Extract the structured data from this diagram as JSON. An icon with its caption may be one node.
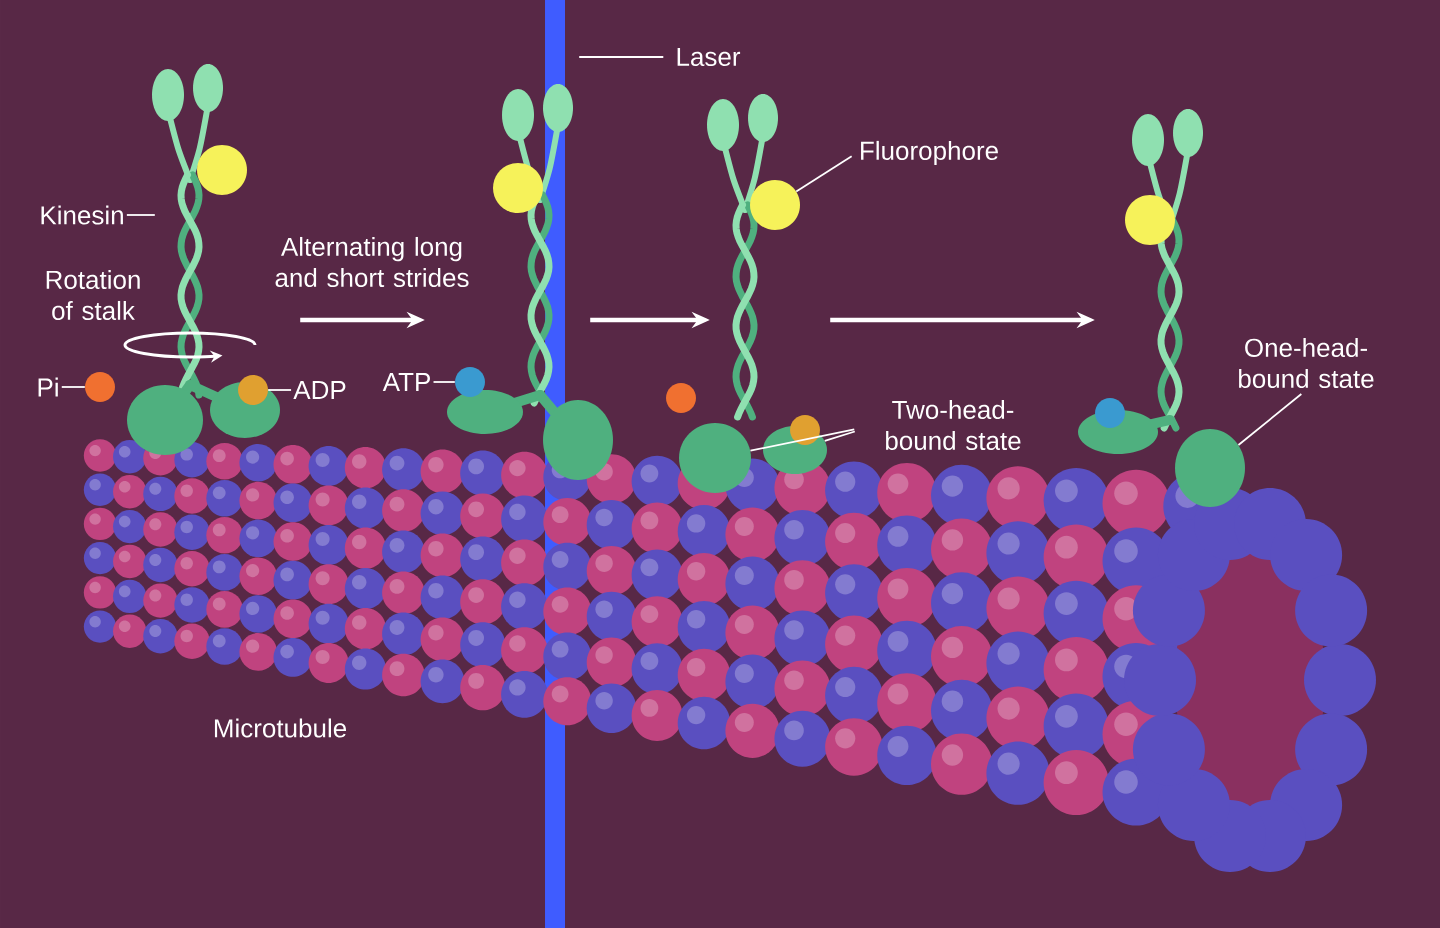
{
  "diagram": {
    "nodes": [
      {
        "text": [
          "Kinesin"
        ]
      },
      {
        "text": [],
        "shape": "picture"
      },
      {
        "text": [],
        "shape": "picture"
      },
      {
        "text": [],
        "shape": "picture"
      },
      {
        "text": [],
        "shape": "picture"
      },
      {
        "text": [
          "Laser"
        ]
      },
      {
        "text": [],
        "shape": "bar"
      },
      {
        "text": [
          "Fluorophore"
        ]
      },
      {
        "text": [],
        "shape": "circle"
      },
      {
        "text": [
          "Pi"
        ]
      },
      {
        "text": [],
        "shape": "circle"
      },
      {
        "text": [
          "ADP"
        ]
      },
      {
        "text": [],
        "shape": "circle",
        "in": 1
      },
      {
        "text": [
          "ATP"
        ]
      },
      {
        "text": [],
        "shape": "circle",
        "in": 2
      },
      {
        "text": [
          "Two-head-bound state"
        ]
      },
      {
        "text": [],
        "shape": "ellipse"
      },
      {
        "text": [],
        "shape": "ellipse"
      },
      {
        "text": [
          "One-head-bound state"
        ]
      },
      {
        "text": [],
        "shape": "ellipse"
      },
      {
        "text": [],
        "shape": "circle"
      },
      {
        "text": [],
        "shape": "circle"
      },
      {
        "text": [],
        "shape": "circle",
        "in": 4
      }
    ],
    "edges": [
      {
        "from": 0,
        "to": 1,
        "arrow": "none"
      },
      {
        "from": 5,
        "to": 6,
        "arrow": "none"
      },
      {
        "from": 7,
        "to": 8,
        "arrow": "none"
      },
      {
        "from": 9,
        "to": 10,
        "arrow": "none"
      },
      {
        "from": 11,
        "to": 12,
        "arrow": "none"
      },
      {
        "from": 13,
        "to": 14,
        "arrow": "none"
      },
      {
        "from": 15,
        "to": 16,
        "arrow": "none"
      },
      {
        "from": 15,
        "to": 17,
        "arrow": "none"
      },
      {
        "from": 18,
        "to": 19,
        "arrow": "none"
      },
      {
        "from": 1,
        "to": 2,
        "arrow": "to",
        "style": "thick"
      },
      {
        "from": 2,
        "to": 3,
        "arrow": "to",
        "style": "thick"
      },
      {
        "from": 3,
        "to": 4,
        "arrow": "to",
        "style": "thick"
      }
    ],
    "labels": [
      "Rotation of stalk",
      "Alternating long and short strides",
      "Microtubule"
    ]
  }
}
